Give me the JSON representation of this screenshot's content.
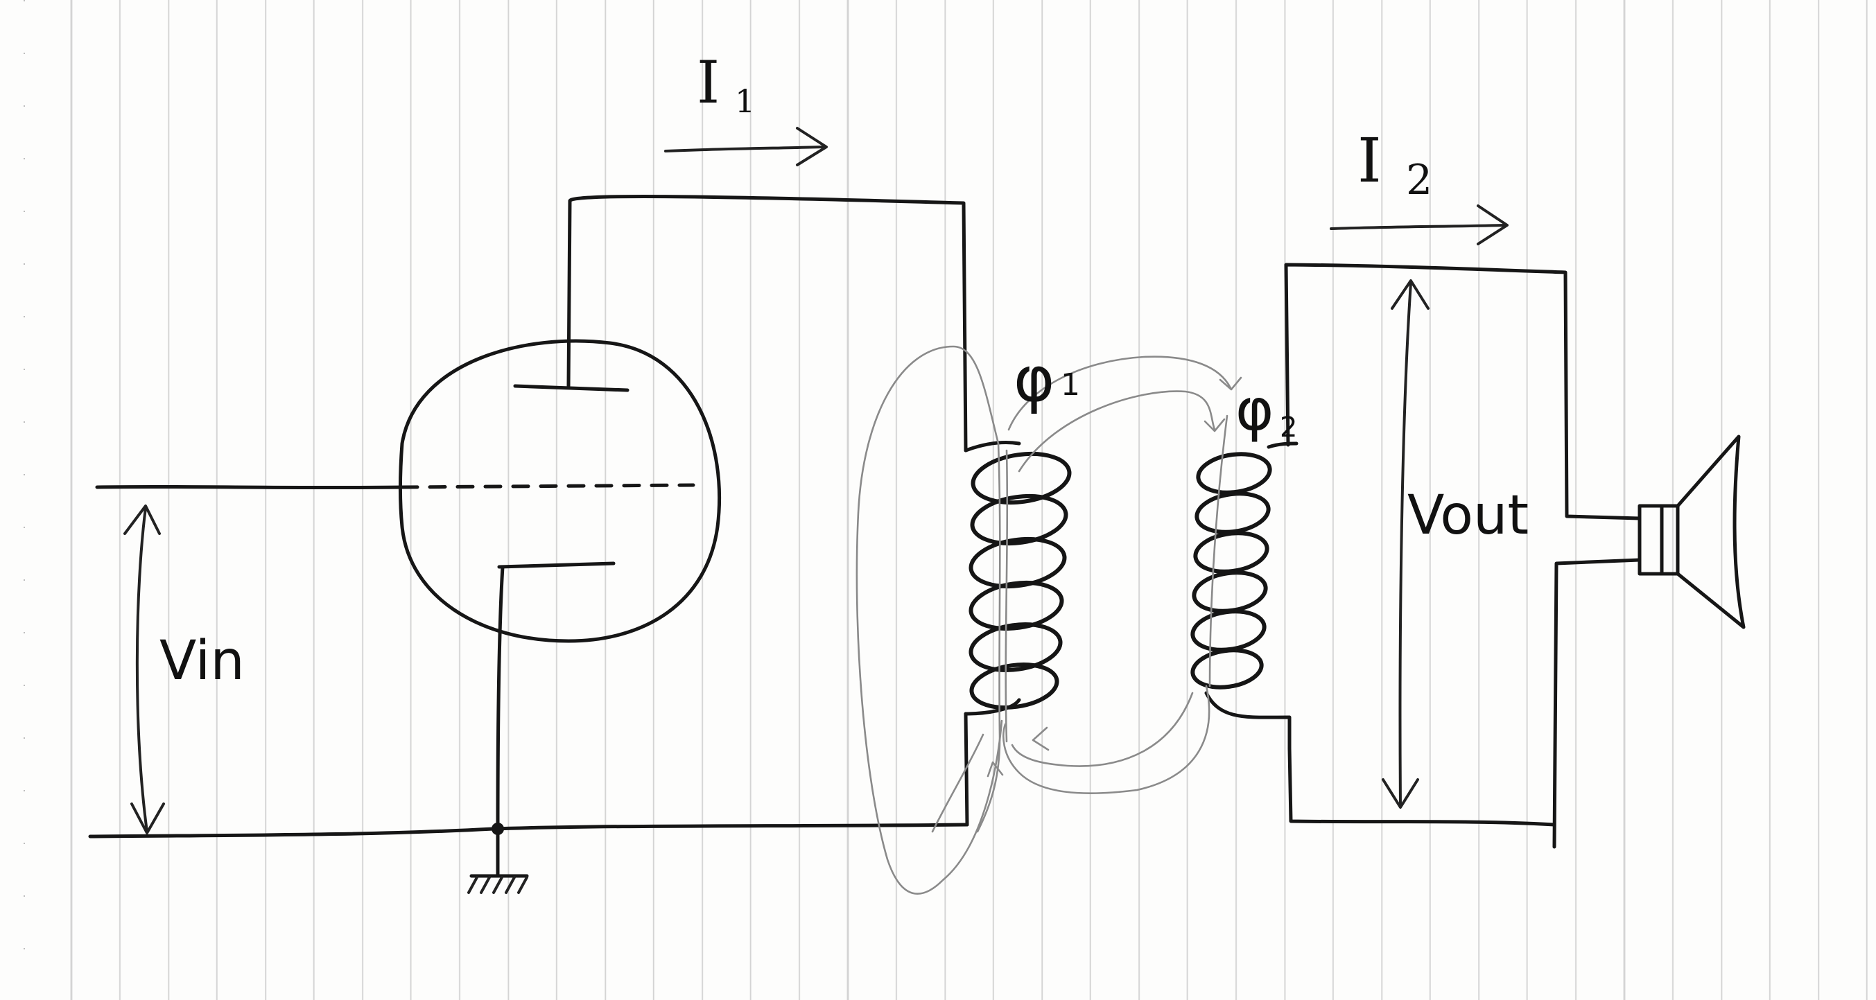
{
  "diagram": {
    "labels": {
      "i1_main": "I",
      "i1_sub": "1",
      "i2_main": "I",
      "i2_sub": "2",
      "phi1_main": "φ",
      "phi1_sub": "1",
      "phi2_main": "φ",
      "phi2_sub": "2",
      "vin": "Vin",
      "vout": "Vout"
    },
    "components": {
      "tube": "vacuum-tube-triode",
      "primary": "primary-coil",
      "secondary": "secondary-coil",
      "load": "speaker-icon",
      "ground": "ground-symbol"
    },
    "colors": {
      "ink": "#161616",
      "pencil": "#8a8a8a",
      "paper": "#fdfdfc",
      "rule_line": "#d4d4d4"
    }
  }
}
